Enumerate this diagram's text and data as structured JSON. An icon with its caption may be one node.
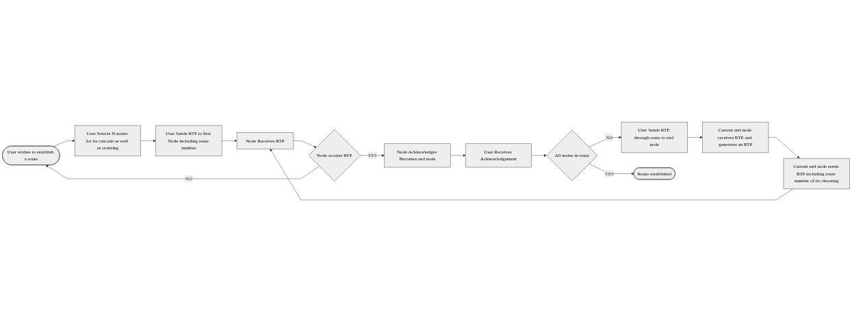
{
  "diagram": {
    "nodes": [
      {
        "text": [
          "User wishes to establish a route"
        ]
      },
      {
        "text": [
          "User Selects N nodes for its cascade as well as ordering"
        ]
      },
      {
        "text": [
          "User Sends RTP to first Node including route number"
        ]
      },
      {
        "text": [
          "Node Receives RTP"
        ]
      },
      {
        "text": [
          "Current end node sends RTP including route number of its choosing"
        ]
      },
      {
        "text": [
          "Node accepts RFP"
        ]
      },
      {
        "text": [
          "Current end node receives RTE and generates an RTP"
        ]
      },
      {
        "text": [
          "User Sends RTE through route to end node"
        ]
      },
      {
        "text": [
          "Node Acknowledges Becomes end node"
        ]
      },
      {
        "text": [
          "User Receives Acknowledgement"
        ]
      },
      {
        "text": [
          "All nodes in route"
        ]
      },
      {
        "text": [
          "Route established"
        ]
      }
    ],
    "edges": [
      {
        "from": 0,
        "to": 1,
        "arrow": "to"
      },
      {
        "from": 1,
        "to": 2,
        "arrow": "to"
      },
      {
        "from": 2,
        "to": 3,
        "arrow": "to"
      },
      {
        "from": 4,
        "to": 3,
        "arrow": "to"
      },
      {
        "from": 3,
        "to": 5,
        "arrow": "to"
      },
      {
        "from": 5,
        "to": 0,
        "label": "NO",
        "arrow": "to"
      },
      {
        "from": 5,
        "to": 8,
        "label": "YES",
        "arrow": "to"
      },
      {
        "from": 8,
        "to": 9,
        "arrow": "to"
      },
      {
        "from": 9,
        "to": 10,
        "arrow": "to"
      },
      {
        "from": 10,
        "to": 11,
        "label": "YES",
        "arrow": "to"
      },
      {
        "from": 10,
        "to": 7,
        "label": "NO",
        "arrow": "to"
      },
      {
        "from": 7,
        "to": 6,
        "arrow": "to"
      },
      {
        "from": 6,
        "to": 4,
        "arrow": "to"
      }
    ]
  }
}
